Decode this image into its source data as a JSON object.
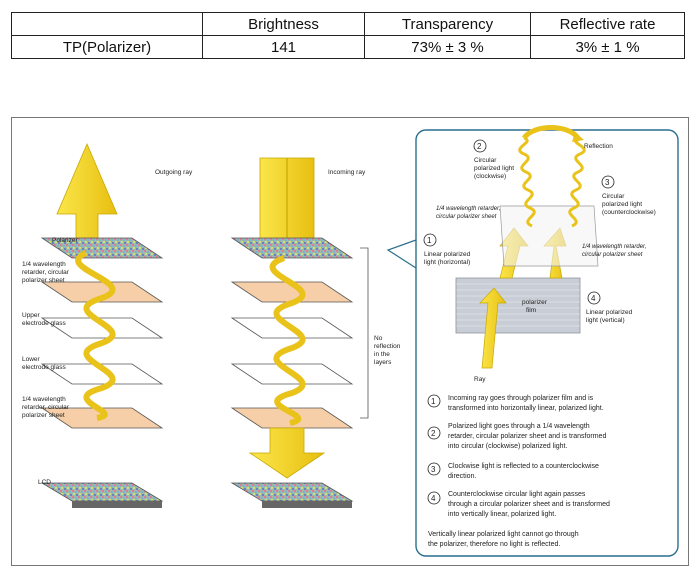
{
  "table": {
    "headers": [
      "",
      "Brightness",
      "Transparency",
      "Reflective rate"
    ],
    "rows": [
      [
        "TP(Polarizer)",
        "141",
        "73% ± 3 %",
        "3% ± 1 %"
      ]
    ]
  },
  "figure": {
    "left_labels": {
      "outgoing_ray": "Outgoing ray",
      "incoming_ray": "Incoming ray",
      "polarizer": "Polarizer",
      "retarder_top_1": "1/4 wavelength",
      "retarder_top_2": "retarder, circular",
      "retarder_top_3": "polarizer sheet",
      "upper_1": "Upper",
      "upper_2": "electrode glass",
      "lower_1": "Lower",
      "lower_2": "electrode glass",
      "retarder_bot_1": "1/4 wavelength",
      "retarder_bot_2": "retarder, circular",
      "retarder_bot_3": "polarizer sheet",
      "lcd": "LCD",
      "no_reflection_1": "No",
      "no_reflection_2": "reflection",
      "no_reflection_3": "in the",
      "no_reflection_4": "layers"
    },
    "detail": {
      "reflection": "Reflection",
      "circ_cw_1": "Circular",
      "circ_cw_2": "polarized light",
      "circ_cw_3": "(clockwise)",
      "circ_ccw_1": "Circular",
      "circ_ccw_2": "polarized light",
      "circ_ccw_3": "(counterclockwise)",
      "ret_a_1": "1/4 wavelength retarder,",
      "ret_a_2": "circular polarizer sheet",
      "ret_b_1": "1/4 wavelength retarder,",
      "ret_b_2": "circular polarizer sheet",
      "linear_h_1": "Linear polarized",
      "linear_h_2": "light (horizontal)",
      "linear_v_1": "Linear polarized",
      "linear_v_2": "light (vertical)",
      "polarizer_film_1": "polarizer",
      "polarizer_film_2": "film",
      "ray": "Ray",
      "n1": "1",
      "n2": "2",
      "n3": "3",
      "n4": "4"
    },
    "steps": [
      {
        "num": "1",
        "line1": "Incoming ray goes through polarizer film and is",
        "line2": "transformed into horizontally linear, polarized light.",
        "line3": ""
      },
      {
        "num": "2",
        "line1": "Polarized light goes through a 1/4 wavelength",
        "line2": "retarder, circular polarizer sheet and is transformed",
        "line3": "into circular (clockwise) polarized light."
      },
      {
        "num": "3",
        "line1": "Clockwise light is reflected to a counterclockwise",
        "line2": "direction.",
        "line3": ""
      },
      {
        "num": "4",
        "line1": "Counterclockwise circular light again passes",
        "line2": "through a circular polarizer sheet and is transformed",
        "line3": "into vertically linear, polarized light."
      }
    ],
    "footnote_1": "Vertically linear polarized light cannot go through",
    "footnote_2": "the polarizer, therefore no light is reflected."
  },
  "colors": {
    "arrow_yellow": "#f7d81c",
    "arrow_edge": "#c9a800",
    "sheet_peach": "#f6cfa8",
    "glass_white": "#ffffff",
    "callout_border": "#2a6f8e"
  }
}
